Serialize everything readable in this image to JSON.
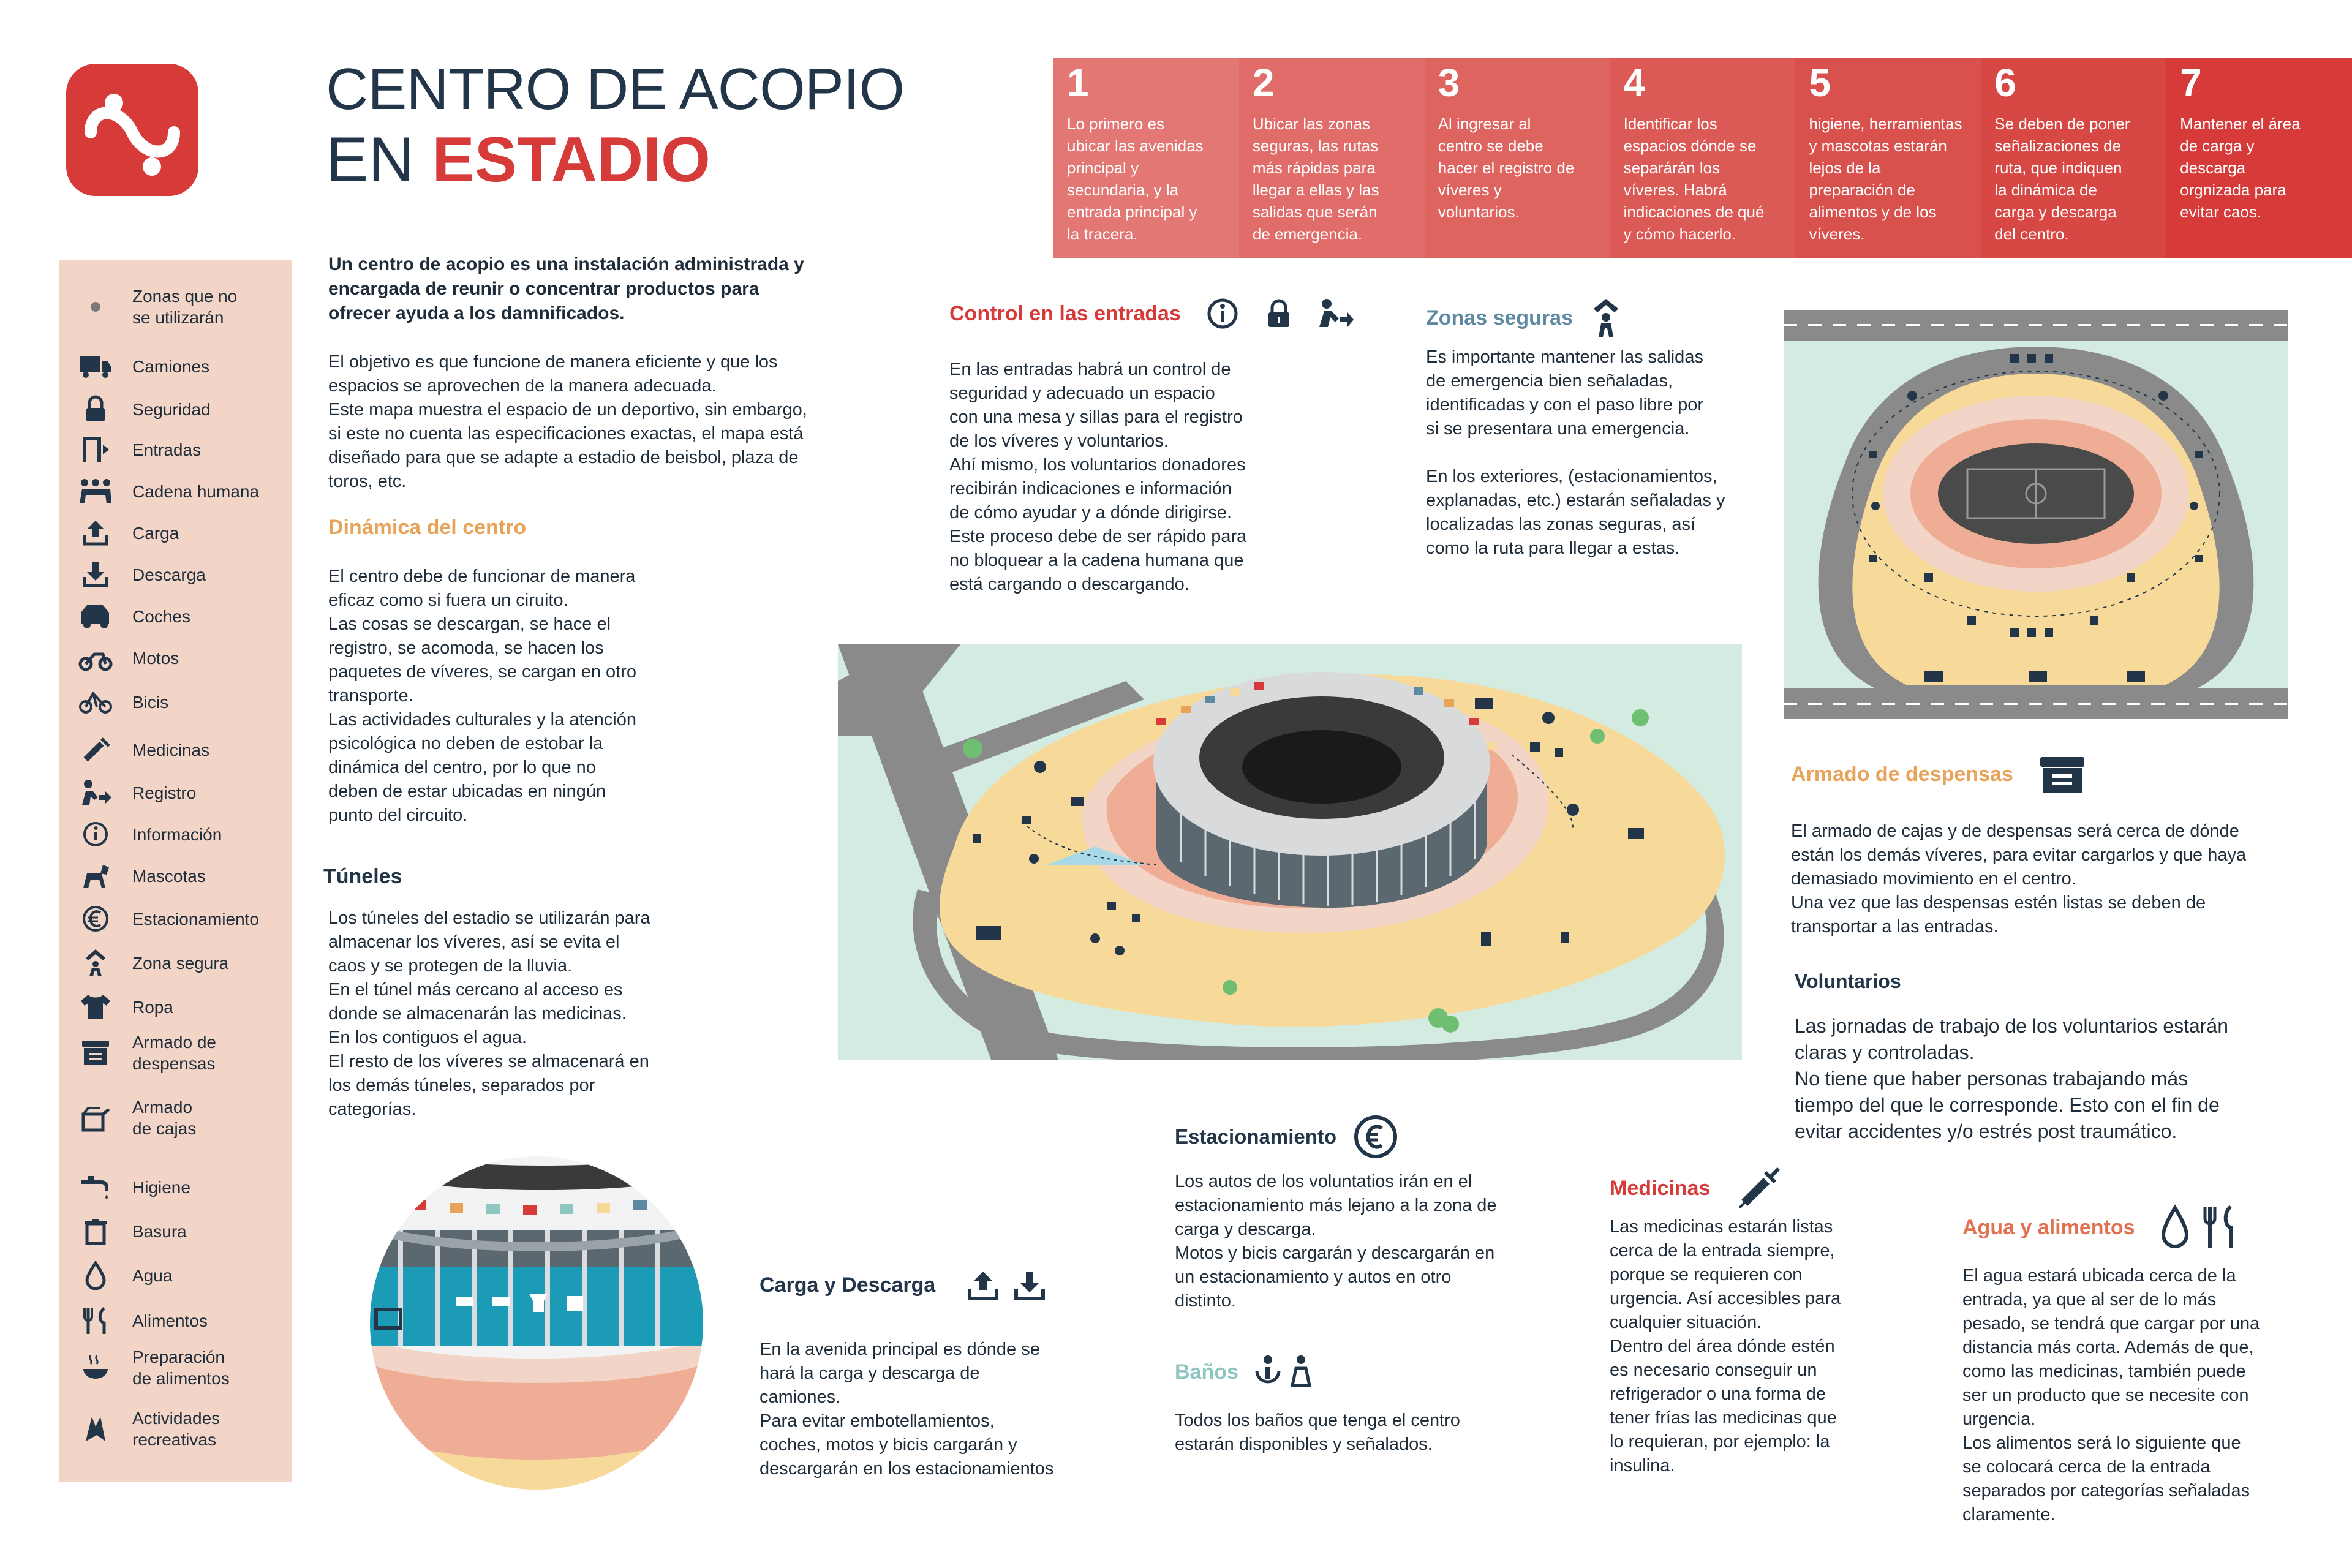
{
  "header": {
    "title_line1": "CENTRO DE ACOPIO",
    "title_prefix": "EN",
    "title_highlight": "ESTADIO"
  },
  "colors": {
    "brand_red": "#d63b3a",
    "navy": "#233649",
    "orange_heading": "#e8a35a",
    "teal_heading": "#5d8aa0",
    "legend_bg": "#f3d5c8",
    "ring_yellow": "#f7d99a",
    "track_salmon": "#efad96",
    "grass_green": "#d4ebe2",
    "road_gray": "#8a8a8a"
  },
  "steps": [
    {
      "number": "1",
      "text": "Lo primero es\nubicar las avenidas\nprincipal y\nsecundaria, y la\nentrada principal y\nla tracera.",
      "color": "#e27773"
    },
    {
      "number": "2",
      "text": "Ubicar las zonas\nseguras, las rutas\nmás rápidas para\nllegar a ellas y las\nsalidas que serán\nde emergencia.",
      "color": "#e06d69"
    },
    {
      "number": "3",
      "text": "Al ingresar al\ncentro se debe\nhacer el registro de\nvíveres y\nvoluntarios.",
      "color": "#de6460"
    },
    {
      "number": "4",
      "text": "Identificar los\nespacios dónde se\nseparárán los\nvíveres. Habrá\nindicaciones de qué\ny cómo hacerlo.",
      "color": "#db5a56"
    },
    {
      "number": "5",
      "text": "higiene, herramientas\ny mascotas estarán\nlejos de la\npreparación de\nalimentos y de los\nvíveres.",
      "color": "#d9514d"
    },
    {
      "number": "6",
      "text": "Se deben de poner\nseñalizaciones de\nruta, que indiquen\nla dinámica de\ncarga y descarga\ndel centro.",
      "color": "#d74844"
    },
    {
      "number": "7",
      "text": "Mantener el área\nde carga y\ndescarga\norgnizada para\nevitar caos.",
      "color": "#d63b3a"
    }
  ],
  "legend": [
    {
      "label": "Zonas que no\nse utilizarán",
      "icon": "dot-icon"
    },
    {
      "label": "Camiones",
      "icon": "truck-icon"
    },
    {
      "label": "Seguridad",
      "icon": "lock-icon"
    },
    {
      "label": "Entradas",
      "icon": "entrance-icon"
    },
    {
      "label": "Cadena humana",
      "icon": "human-chain-icon"
    },
    {
      "label": "Carga",
      "icon": "upload-icon"
    },
    {
      "label": "Descarga",
      "icon": "download-icon"
    },
    {
      "label": "Coches",
      "icon": "car-icon"
    },
    {
      "label": "Motos",
      "icon": "motorcycle-icon"
    },
    {
      "label": "Bicis",
      "icon": "bicycle-icon"
    },
    {
      "label": "Medicinas",
      "icon": "syringe-icon"
    },
    {
      "label": "Registro",
      "icon": "registry-icon"
    },
    {
      "label": "Información",
      "icon": "info-icon"
    },
    {
      "label": "Mascotas",
      "icon": "pet-icon"
    },
    {
      "label": "Estacionamiento",
      "icon": "parking-icon"
    },
    {
      "label": "Zona segura",
      "icon": "safe-zone-icon"
    },
    {
      "label": "Ropa",
      "icon": "shirt-icon"
    },
    {
      "label": "Armado de\ndespensas",
      "icon": "pantry-icon"
    },
    {
      "label": "Armado\nde cajas",
      "icon": "box-icon"
    },
    {
      "label": "Higiene",
      "icon": "faucet-icon"
    },
    {
      "label": "Basura",
      "icon": "trash-icon"
    },
    {
      "label": "Agua",
      "icon": "water-drop-icon"
    },
    {
      "label": "Alimentos",
      "icon": "cutlery-icon"
    },
    {
      "label": "Preparación\nde alimentos",
      "icon": "cooking-icon"
    },
    {
      "label": "Actividades\nrecreativas",
      "icon": "recreation-icon"
    }
  ],
  "intro": {
    "bold": "Un centro de acopio es una instalación administrada y\nencargada de reunir o concentrar productos para\nofrecer ayuda a los damnificados.",
    "body": "El objetivo es que funcione de manera eficiente y que los\nespacios se aprovechen de la manera adecuada.\nEste mapa muestra el espacio de un deportivo, sin embargo,\nsi este no cuenta las especificaciones exactas, el mapa está\ndiseñado para que se adapte a estadio de beisbol, plaza de\ntoros, etc."
  },
  "dinamica": {
    "title": "Dinámica del centro",
    "body": "El centro debe de funcionar de manera\neficaz como si fuera un ciruito.\nLas cosas se descargan, se hace el\nregistro, se acomoda, se hacen los\npaquetes de víveres, se cargan en otro\ntransporte.\nLas actividades culturales y la atención\npsicológica no deben de estobar la\ndinámica del centro, por lo que no\ndeben de estar ubicadas en ningún\npunto del circuito."
  },
  "tuneles": {
    "title": "Túneles",
    "body": "Los túneles del estadio se utilizarán para\nalmacenar los víveres, así se evita el\ncaos y se protegen de la lluvia.\nEn el túnel más cercano al acceso es\ndonde se almacenarán las medicinas.\nEn los contiguos el agua.\nEl resto de los víveres se almacenará en\nlos demás túneles, separados por\ncategorías."
  },
  "control": {
    "title": "Control en las entradas",
    "body": "En las entradas habrá un control de\nseguridad y adecuado un espacio\ncon una mesa y sillas para el registro\nde los víveres y voluntarios.\nAhí mismo, los voluntarios donadores\nrecibirán indicaciones e información\nde cómo ayudar y a dónde dirigirse.\nEste proceso debe de ser rápido para\nno bloquear a la cadena humana que\nestá cargando o descargando."
  },
  "zonas": {
    "title": "Zonas seguras",
    "body": "Es importante mantener las salidas\nde emergencia bien señaladas,\nidentificadas y con el paso libre por\nsi se presentara una emergencia.\n\nEn los exteriores, (estacionamientos,\nexplanadas, etc.) estarán señaladas y\nlocalizadas las zonas seguras, así\ncomo la ruta para llegar a estas."
  },
  "armado": {
    "title": "Armado de despensas",
    "body": "El armado de cajas y de despensas será cerca de dónde\nestán los demás víveres, para evitar cargarlos y que haya\ndemasiado movimiento en  el centro.\nUna vez que las despensas estén listas se deben de\ntransportar a las entradas."
  },
  "voluntarios": {
    "title": "Voluntarios",
    "body": "Las jornadas de trabajo de los voluntarios estarán\nclaras y controladas.\nNo tiene que haber personas trabajando más\ntiempo del que le corresponde. Esto con el fin de\nevitar accidentes y/o estrés post traumático."
  },
  "estacionamiento": {
    "title": "Estacionamiento",
    "body": "Los autos de los voluntatios irán en el\nestacionamiento más lejano a la zona de\ncarga y descarga.\nMotos y bicis cargarán y descargarán en\nun estacionamiento y autos en otro\ndistinto."
  },
  "banos": {
    "title": "Baños",
    "body": "Todos los baños que tenga el centro\nestarán disponibles y señalados."
  },
  "carga": {
    "title": "Carga y Descarga",
    "body": "En la avenida principal es dónde se\nhará la carga y descarga de\ncamiones.\nPara evitar embotellamientos,\ncoches, motos y bicis cargarán y\ndescargarán en los estacionamientos"
  },
  "medicinas": {
    "title": "Medicinas",
    "body": "Las medicinas estarán listas\ncerca de la entrada siempre,\nporque se requieren con\nurgencia. Así accesibles para\ncualquier situación.\nDentro del área dónde estén\nes necesario conseguir un\nrefrigerador o una forma de\ntener frías las medicinas que\nlo requieran, por ejemplo: la\ninsulina."
  },
  "agua": {
    "title": "Agua y alimentos",
    "body": "El agua estará ubicada cerca de la\nentrada, ya que al ser de lo más\npesado, se tendrá que cargar por una\ndistancia más corta. Además de que,\ncomo las medicinas, también puede\nser un producto que se necesite con\nurgencia.\nLos alimentos será lo siguiente que\nse colocará cerca de la entrada\nseparados por categorías señaladas\nclaramente."
  }
}
